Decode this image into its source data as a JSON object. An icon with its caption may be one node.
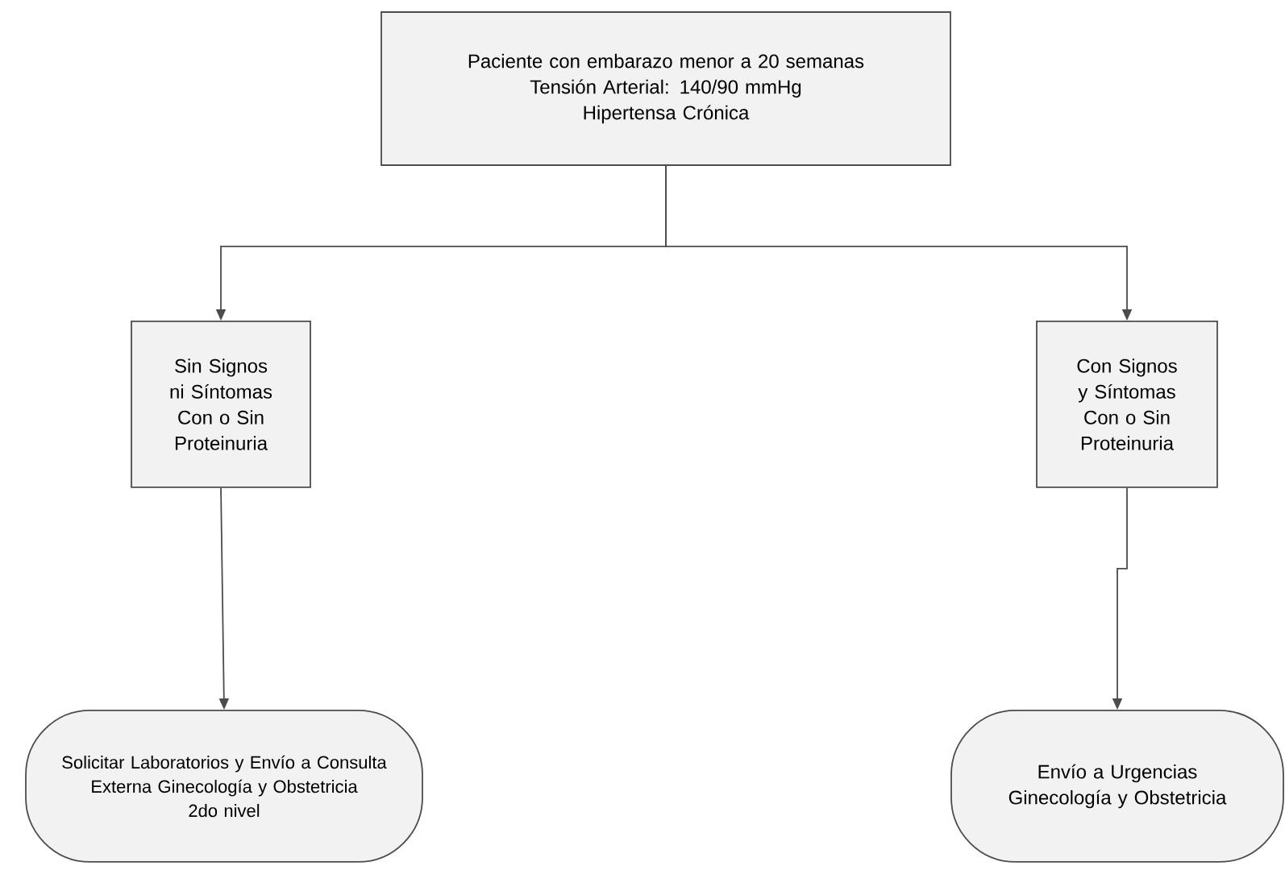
{
  "diagram": {
    "nodes": [
      {
        "text": [
          "Paciente con embarazo menor a 20 semanas",
          "Tensión Arterial: 140/90 mmHg",
          "Hipertensa Crónica"
        ]
      },
      {
        "text": [
          "Sin Signos ni Síntomas Con o Sin Proteinuria"
        ]
      },
      {
        "text": [
          "Con Signos y Síntomas Con o Sin Proteinuria"
        ]
      },
      {
        "text": [
          "Solicitar Laboratorios y Envío a Consulta Externa Ginecología y Obstetricia",
          "2do nivel"
        ]
      },
      {
        "text": [
          "Envío a Urgencias Ginecología y Obstetricia"
        ]
      }
    ],
    "edges": [
      {
        "from": 0,
        "to": 1,
        "arrow": "to"
      },
      {
        "from": 0,
        "to": 2,
        "arrow": "to"
      },
      {
        "from": 1,
        "to": 3,
        "arrow": "to"
      },
      {
        "from": 2,
        "to": 4,
        "arrow": "to"
      }
    ]
  }
}
